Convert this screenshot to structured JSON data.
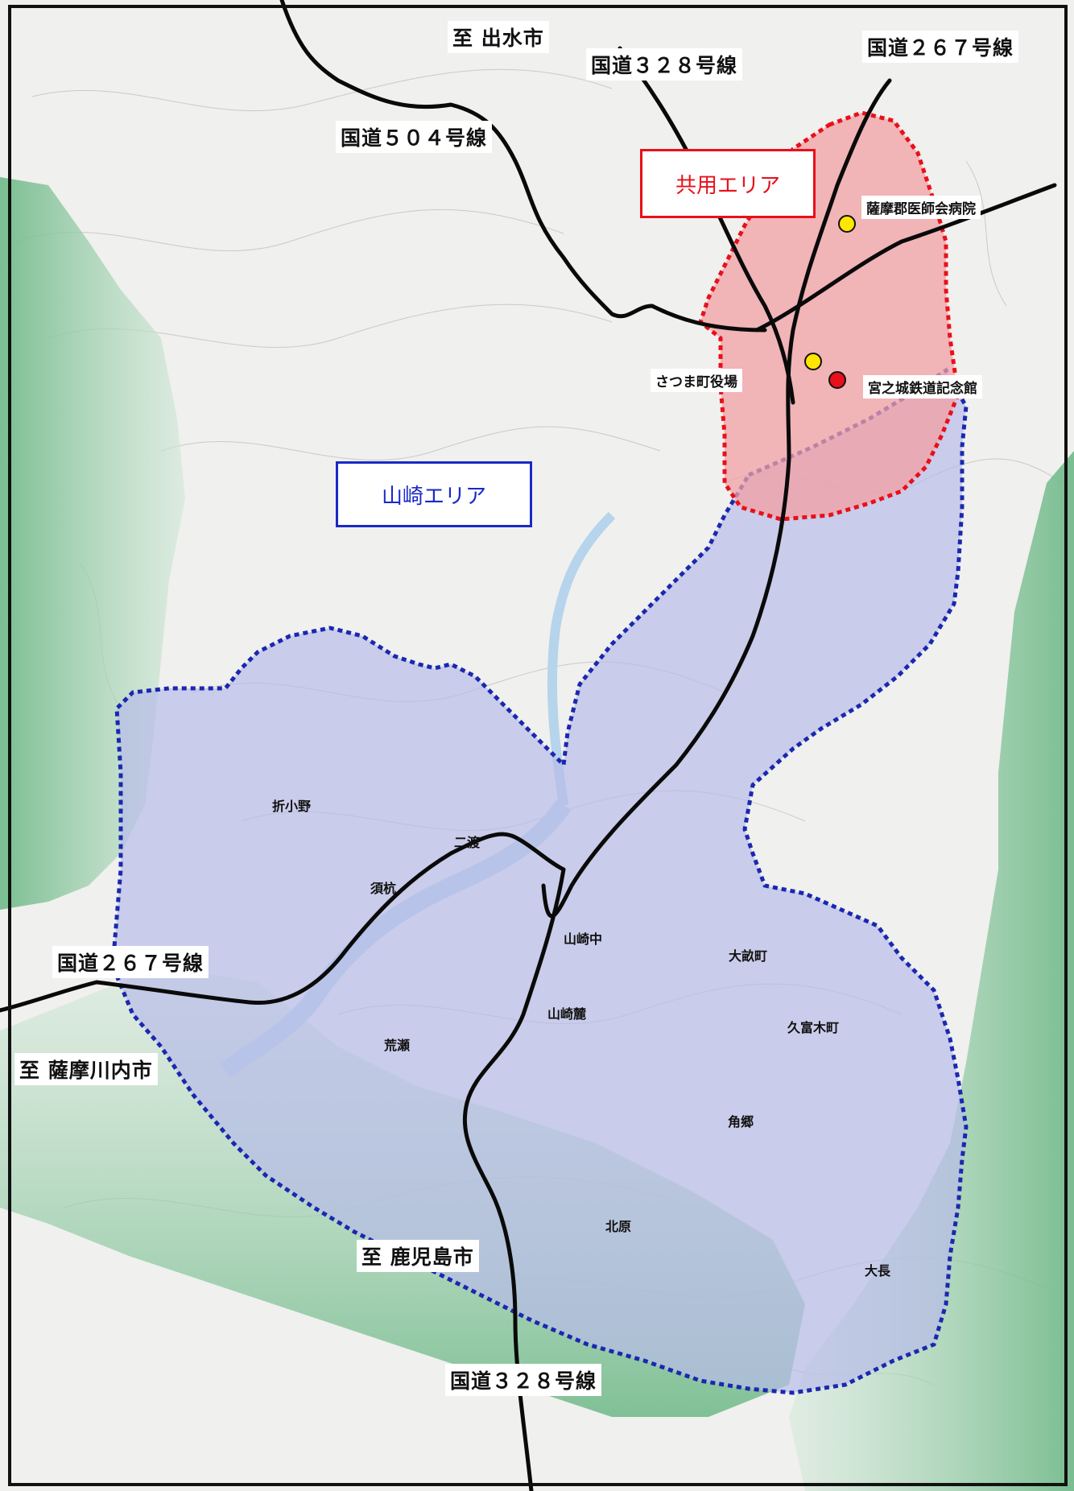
{
  "map": {
    "routes": {
      "to_izumi": "至 出水市",
      "route_328_north": "国道３２８号線",
      "route_267_northeast": "国道２６７号線",
      "route_504": "国道５０４号線",
      "route_267_west": "国道２６７号線",
      "to_satsumasendai": "至 薩摩川内市",
      "to_kagoshima": "至 鹿児島市",
      "route_328_south": "国道３２８号線"
    },
    "areas": {
      "shared": {
        "label": "共用エリア",
        "color": "#e8101a"
      },
      "yamazaki": {
        "label": "山崎エリア",
        "color": "#1a28c8"
      }
    },
    "facilities": {
      "hospital": "薩摩郡医師会病院",
      "town_office": "さつま町役場",
      "railway_museum": "宮之城鉄道記念館"
    },
    "places": {
      "orino": "折小野",
      "futawatari": "二渡",
      "sugui": "須杭",
      "yamazaki_naka": "山崎中",
      "ouse_cho": "大畝町",
      "yamazaki_fumoto": "山崎麓",
      "arase": "荒瀬",
      "kufuki_cho": "久富木町",
      "kadogo": "角郷",
      "kitahara": "北原",
      "ohosa": "大長"
    },
    "colors": {
      "shared_fill": "#f2a0a4",
      "yamazaki_fill": "#b8bce8",
      "forest": "#86c59a",
      "marker_yellow": "#ffe600",
      "marker_red": "#e8101a"
    }
  }
}
